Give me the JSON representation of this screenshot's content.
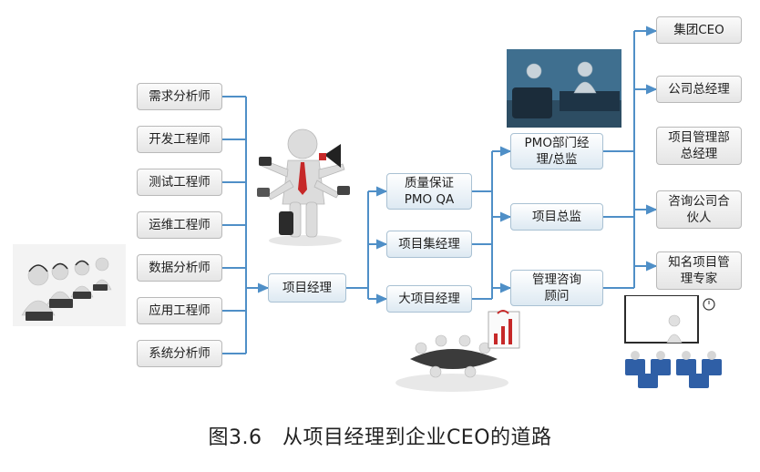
{
  "diagram": {
    "left_roles": [
      "需求分析师",
      "开发工程师",
      "测试工程师",
      "运维工程师",
      "数据分析师",
      "应用工程师",
      "系统分析师"
    ],
    "center": "项目经理",
    "level2": [
      "质量保证\nPMO QA",
      "项目集经理",
      "大项目经理"
    ],
    "level3": [
      "PMO部门经\n理/总监",
      "项目总监",
      "管理咨询\n顾问"
    ],
    "level4": [
      "集团CEO",
      "公司总经理",
      "项目管理部\n总经理",
      "咨询公司合\n伙人",
      "知名项目管\n理专家"
    ]
  },
  "caption": "图3.6　从项目经理到企业CEO的道路",
  "colors": {
    "connector": "#4f8fc7",
    "box_border": "#b9b9b9"
  }
}
